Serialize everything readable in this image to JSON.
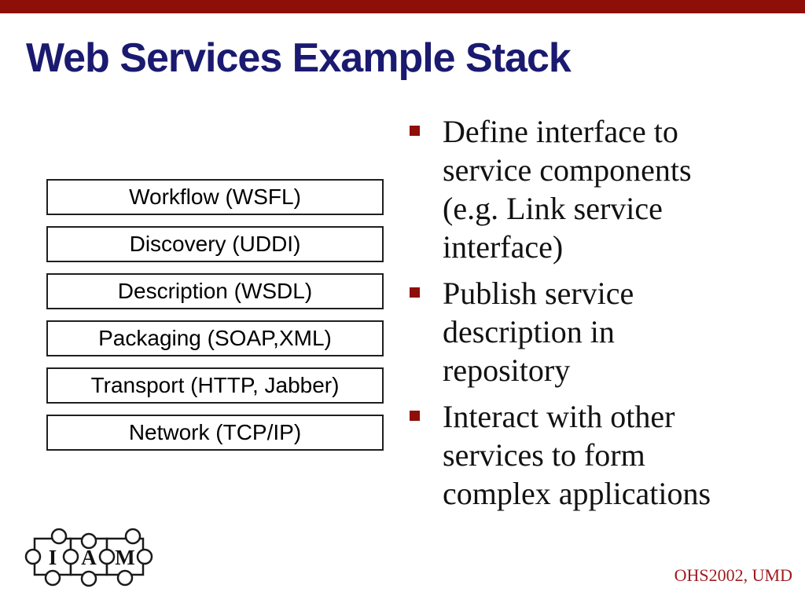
{
  "slide": {
    "title": "Web Services Example Stack",
    "footer": "OHS2002, UMD"
  },
  "stack": {
    "boxes": [
      "Workflow (WSFL)",
      "Discovery (UDDI)",
      "Description (WSDL)",
      "Packaging (SOAP,XML)",
      "Transport (HTTP, Jabber)",
      "Network (TCP/IP)"
    ]
  },
  "bullets": [
    {
      "lines": [
        "Define interface to",
        "service components",
        "(e.g. Link service",
        "interface)"
      ]
    },
    {
      "lines": [
        "Publish service",
        "description in",
        "repository"
      ]
    },
    {
      "lines": [
        "Interact with other",
        "services to form",
        "complex applications"
      ]
    }
  ],
  "logo": {
    "letters": [
      "I",
      "A",
      "M"
    ]
  },
  "colors": {
    "accent_maroon": "#8e0e08",
    "title_navy": "#1a1a70",
    "box_border": "#1f1f1f",
    "body_text": "#121212",
    "footer_red": "#9e1b1e"
  }
}
